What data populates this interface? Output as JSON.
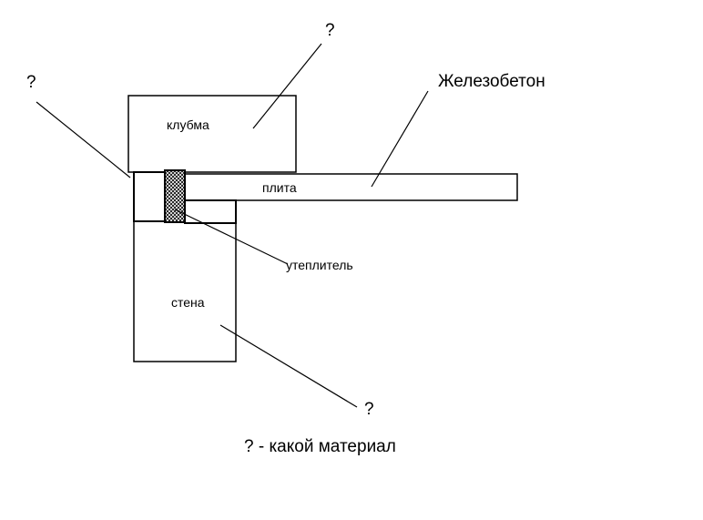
{
  "diagram": {
    "labels": {
      "flowerbed": "клубма",
      "slab": "плита",
      "wall": "стена",
      "insulation": "утеплитель",
      "reinforced_concrete": "Железобетон",
      "question_top": "?",
      "question_left": "?",
      "question_bottom": "?",
      "legend": "? - какой материал"
    },
    "colors": {
      "stroke": "#000000",
      "fill": "#ffffff",
      "text": "#000000"
    }
  }
}
